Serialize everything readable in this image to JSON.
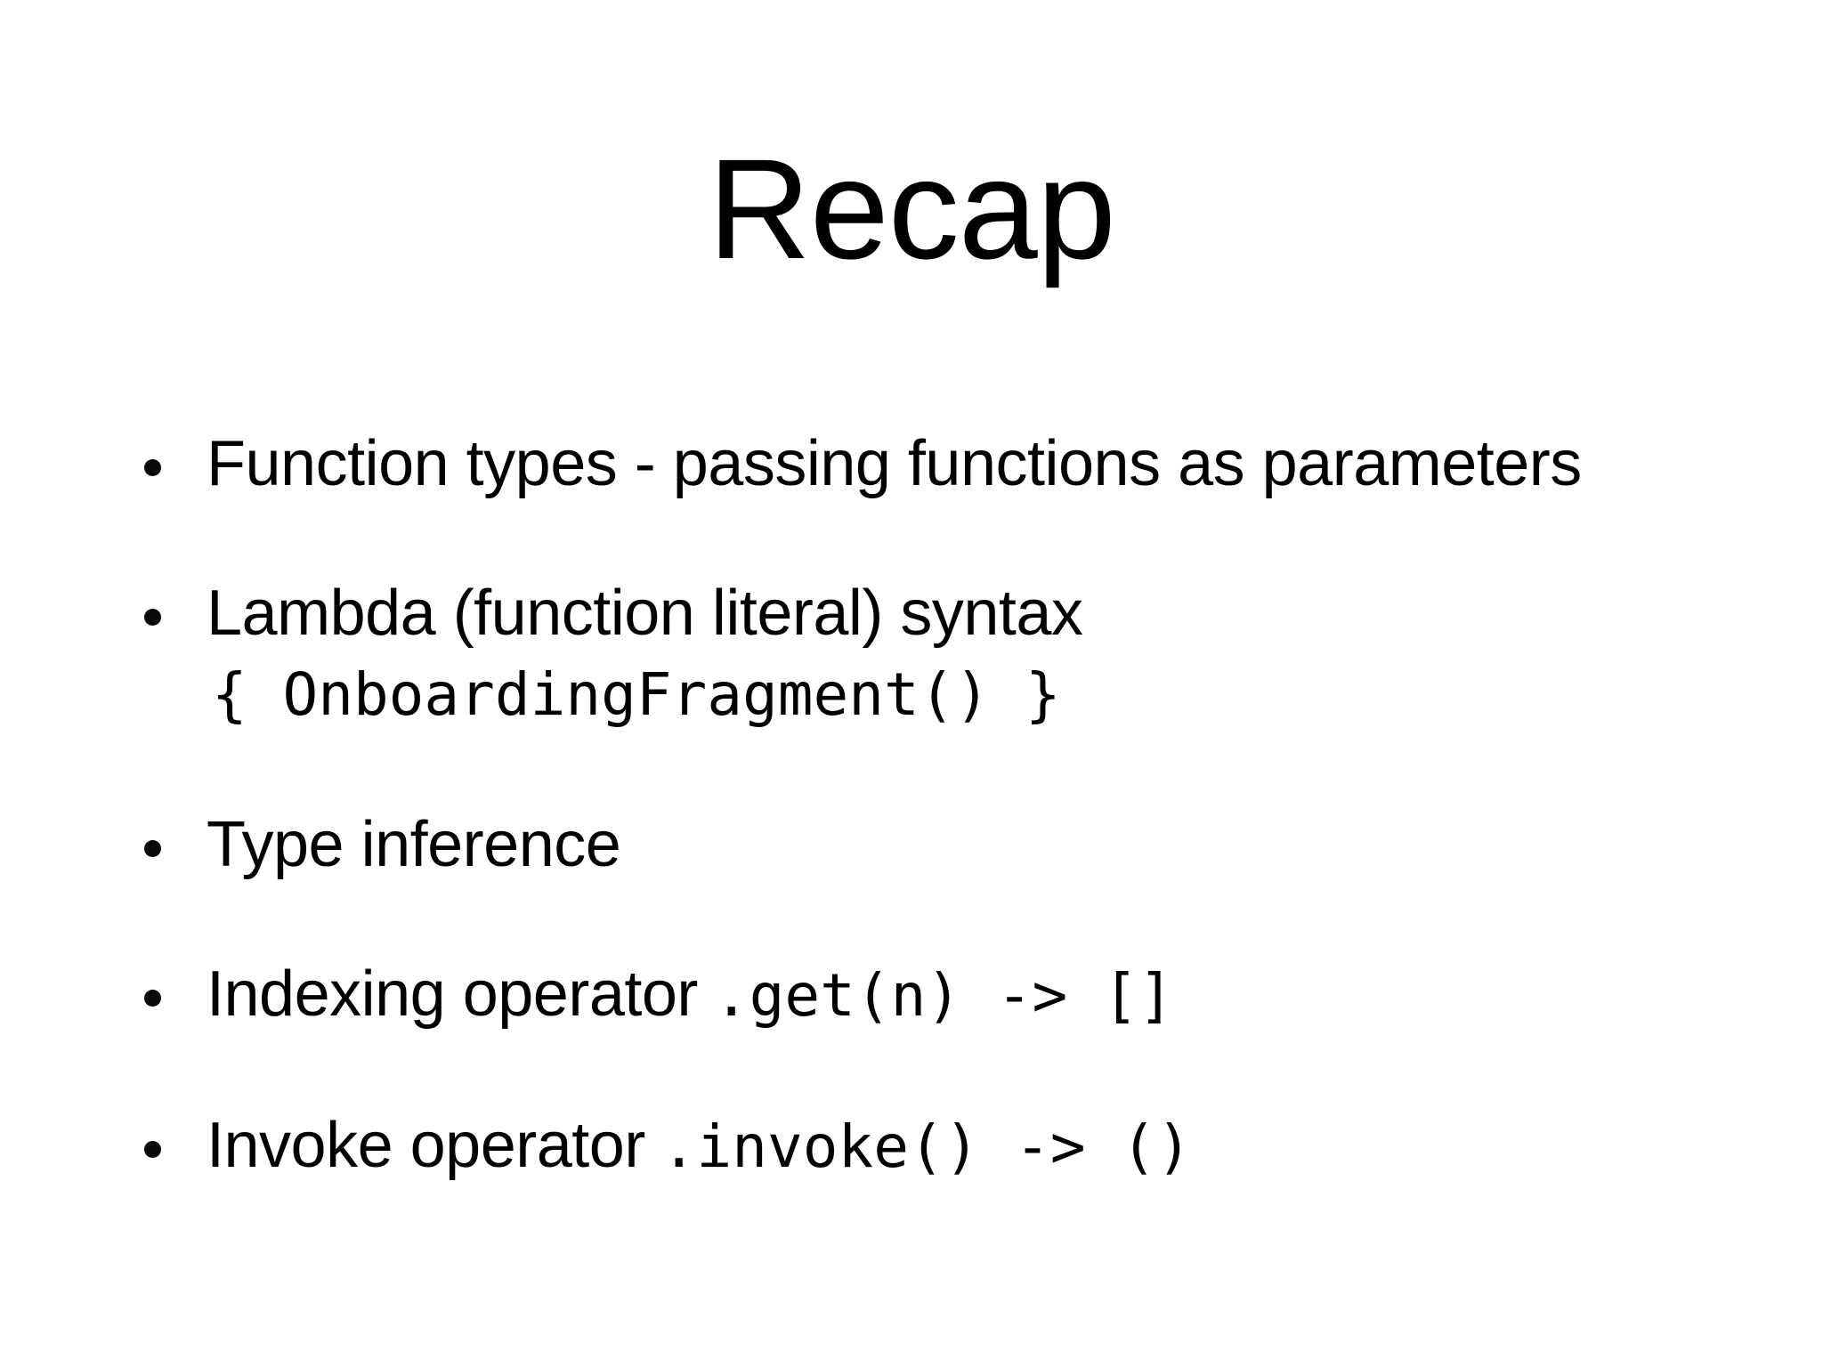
{
  "slide": {
    "title": "Recap",
    "colors": {
      "background": "#ffffff",
      "text": "#000000"
    },
    "bullets": [
      {
        "text": "Function types - passing functions as parameters"
      },
      {
        "text": "Lambda (function literal) syntax",
        "code_line": "{ OnboardingFragment() }"
      },
      {
        "text": "Type inference"
      },
      {
        "text": "Indexing operator",
        "code_inline": ".get(n) -> []"
      },
      {
        "text": "Invoke operator",
        "code_inline": ".invoke() -> ()"
      }
    ]
  }
}
